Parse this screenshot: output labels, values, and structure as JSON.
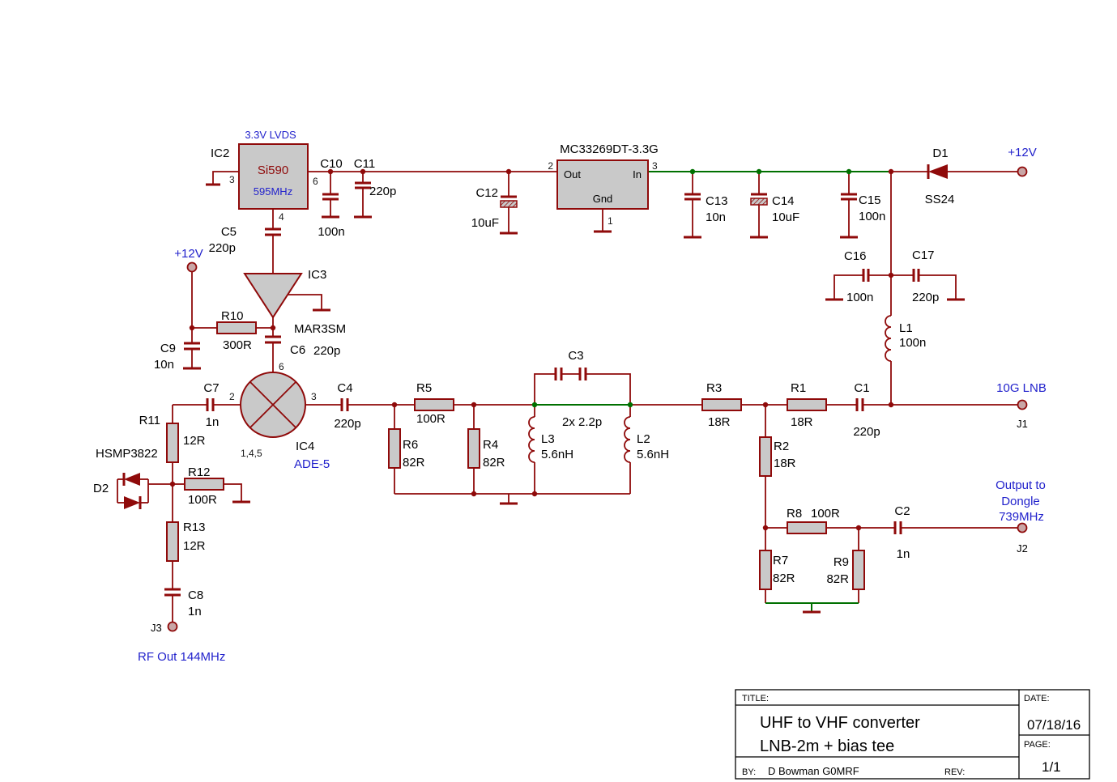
{
  "colors": {
    "wire": "#8F0A0A",
    "green_wire": "#007000",
    "label_blue": "#2222CC",
    "body_gray": "#C9C9C9"
  },
  "power": {
    "v12_top": "+12V",
    "v12_left": "+12V"
  },
  "ic2": {
    "ref": "IC2",
    "name": "Si590",
    "freq": "595MHz",
    "note": "3.3V LVDS",
    "pin3": "3",
    "pin6": "6",
    "pin4": "4"
  },
  "regulator": {
    "name": "MC33269DT-3.3G",
    "pin_out": "Out",
    "pin_in": "In",
    "pin_gnd": "Gnd",
    "num2": "2",
    "num3": "3",
    "num1": "1"
  },
  "ic3": {
    "ref": "IC3",
    "name": "MAR3SM"
  },
  "ic4": {
    "ref": "IC4",
    "name": "ADE-5",
    "pin2": "2",
    "pin3": "3",
    "pin6": "6",
    "pins_gnd": "1,4,5"
  },
  "caps": {
    "c1": {
      "ref": "C1",
      "val": "220p"
    },
    "c2": {
      "ref": "C2",
      "val": "1n"
    },
    "c3": {
      "ref": "C3",
      "val": "2x 2.2p"
    },
    "c4": {
      "ref": "C4",
      "val": "220p"
    },
    "c5": {
      "ref": "C5",
      "val": "220p"
    },
    "c6": {
      "ref": "C6",
      "val": "220p"
    },
    "c7": {
      "ref": "C7",
      "val": "1n"
    },
    "c8": {
      "ref": "C8",
      "val": "1n"
    },
    "c9": {
      "ref": "C9",
      "val": "10n"
    },
    "c10": {
      "ref": "C10",
      "val": "100n"
    },
    "c11": {
      "ref": "C11",
      "val": "220p"
    },
    "c12": {
      "ref": "C12",
      "val": "10uF"
    },
    "c13": {
      "ref": "C13",
      "val": "10n"
    },
    "c14": {
      "ref": "C14",
      "val": "10uF"
    },
    "c15": {
      "ref": "C15",
      "val": "100n"
    },
    "c16": {
      "ref": "C16",
      "val": "100n"
    },
    "c17": {
      "ref": "C17",
      "val": "220p"
    }
  },
  "resistors": {
    "r1": {
      "ref": "R1",
      "val": "18R"
    },
    "r2": {
      "ref": "R2",
      "val": "18R"
    },
    "r3": {
      "ref": "R3",
      "val": "18R"
    },
    "r4": {
      "ref": "R4",
      "val": "82R"
    },
    "r5": {
      "ref": "R5",
      "val": "100R"
    },
    "r6": {
      "ref": "R6",
      "val": "82R"
    },
    "r7": {
      "ref": "R7",
      "val": "82R"
    },
    "r8": {
      "ref": "R8",
      "val": "100R"
    },
    "r9": {
      "ref": "R9",
      "val": "82R"
    },
    "r10": {
      "ref": "R10",
      "val": "300R"
    },
    "r11": {
      "ref": "R11",
      "val": "12R"
    },
    "r12": {
      "ref": "R12",
      "val": "100R"
    },
    "r13": {
      "ref": "R13",
      "val": "12R"
    }
  },
  "inductors": {
    "l1": {
      "ref": "L1",
      "val": "100n"
    },
    "l2": {
      "ref": "L2",
      "val": "5.6nH"
    },
    "l3": {
      "ref": "L3",
      "val": "5.6nH"
    }
  },
  "diodes": {
    "d1": {
      "ref": "D1",
      "part": "SS24"
    },
    "d2": {
      "ref": "D2",
      "part": "HSMP3822"
    }
  },
  "connectors": {
    "j1": {
      "ref": "J1",
      "note": "10G LNB"
    },
    "j2": {
      "ref": "J2",
      "note1": "Output to",
      "note2": "Dongle",
      "note3": "739MHz"
    },
    "j3": {
      "ref": "J3",
      "note": "RF Out 144MHz"
    }
  },
  "title_block": {
    "title_label": "TITLE:",
    "title1": "UHF to VHF converter",
    "title2": "LNB-2m + bias tee",
    "date_label": "DATE:",
    "date": "07/18/16",
    "page_label": "PAGE:",
    "page": "1/1",
    "by_label": "BY:",
    "by": "D Bowman G0MRF",
    "rev_label": "REV:"
  }
}
